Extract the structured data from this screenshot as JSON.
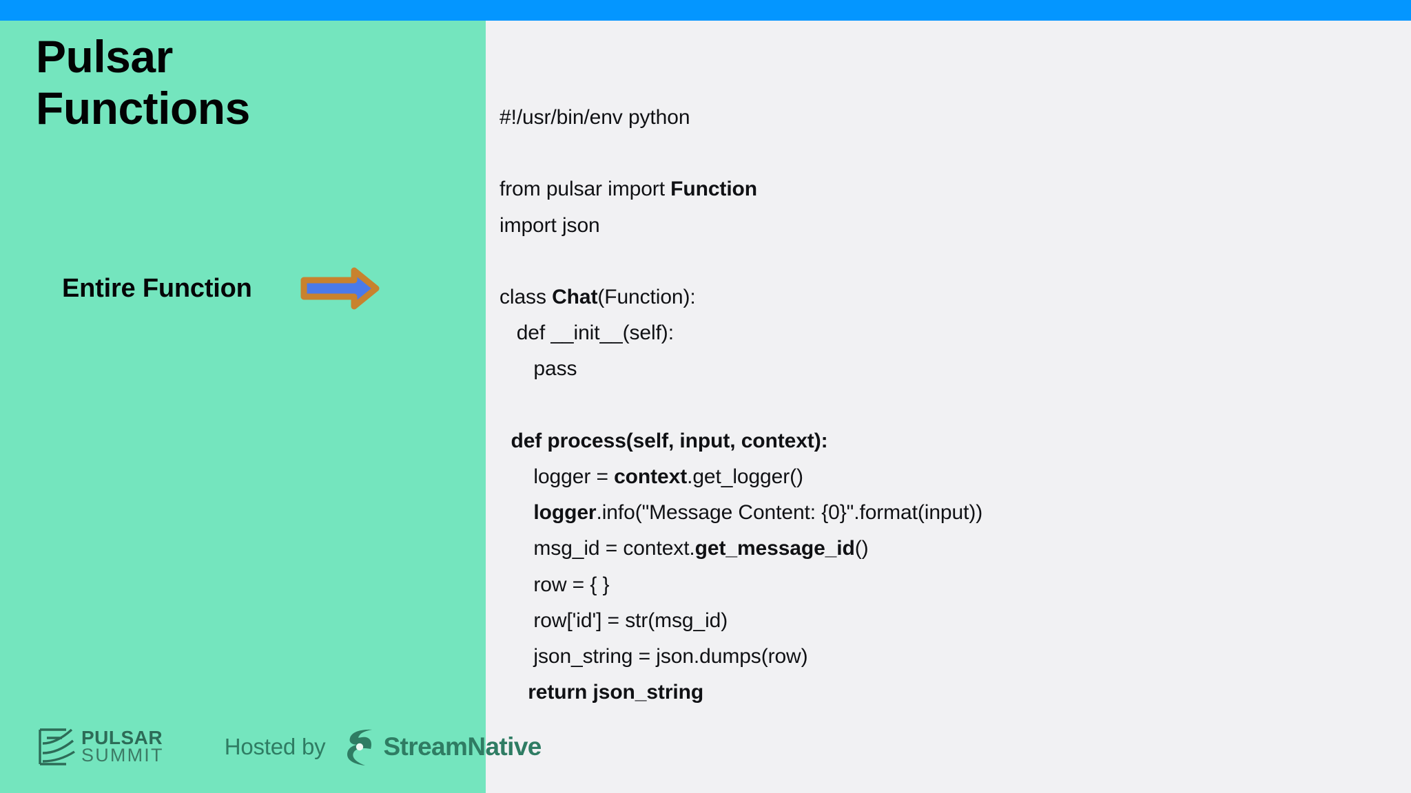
{
  "slide": {
    "title": "Pulsar\nFunctions",
    "accent_bar_color": "#0496ff",
    "left_panel_color": "#74e5be",
    "right_panel_color": "#f1f1f3"
  },
  "callout": {
    "label": "Entire Function",
    "arrow": {
      "icon": "right-arrow-icon",
      "fill_color": "#4a7aea",
      "stroke_color": "#c8822e"
    }
  },
  "code": {
    "language": "python",
    "lines": [
      {
        "text": "#!/usr/bin/env python",
        "bold_spans": []
      },
      {
        "text": "",
        "bold_spans": []
      },
      {
        "text": "from pulsar import Function",
        "bold_spans": [
          "Function"
        ]
      },
      {
        "text": "import json",
        "bold_spans": []
      },
      {
        "text": "",
        "bold_spans": []
      },
      {
        "text": "class Chat(Function):",
        "bold_spans": [
          "Chat"
        ]
      },
      {
        "text": "   def __init__(self):",
        "bold_spans": []
      },
      {
        "text": "      pass",
        "bold_spans": []
      },
      {
        "text": "",
        "bold_spans": []
      },
      {
        "text": "  def process(self, input, context):",
        "bold_spans": [
          "def process(self, input, context):"
        ]
      },
      {
        "text": "      logger = context.get_logger()",
        "bold_spans": [
          "context"
        ]
      },
      {
        "text": "      logger.info(\"Message Content: {0}\".format(input))",
        "bold_spans": [
          "logger"
        ]
      },
      {
        "text": "      msg_id = context.get_message_id()",
        "bold_spans": [
          "get_message_id"
        ]
      },
      {
        "text": "      row = { }",
        "bold_spans": []
      },
      {
        "text": "      row['id'] = str(msg_id)",
        "bold_spans": []
      },
      {
        "text": "      json_string = json.dumps(row)",
        "bold_spans": []
      },
      {
        "text": "     return json_string",
        "bold_spans": [
          "return json_string"
        ]
      }
    ],
    "rendered": [
      {
        "plain": "#!/usr/bin/env python"
      },
      {
        "plain": ""
      },
      {
        "pre": "from pulsar import ",
        "bold": "Function",
        "post": ""
      },
      {
        "plain": "import json"
      },
      {
        "plain": ""
      },
      {
        "pre": "class ",
        "bold": "Chat",
        "post": "(Function):"
      },
      {
        "plain": "   def __init__(self):"
      },
      {
        "plain": "      pass"
      },
      {
        "plain": ""
      },
      {
        "pre": "  ",
        "bold": "def process(self, input, context):",
        "post": ""
      },
      {
        "pre": "      logger = ",
        "bold": "context",
        "post": ".get_logger()"
      },
      {
        "pre": "      ",
        "bold": "logger",
        "post": ".info(\"Message Content: {0}\".format(input))"
      },
      {
        "pre": "      msg_id = context.",
        "bold": "get_message_id",
        "post": "()"
      },
      {
        "plain": "      row = { }"
      },
      {
        "plain": "      row['id'] = str(msg_id)"
      },
      {
        "plain": "      json_string = json.dumps(row)"
      },
      {
        "pre": "     ",
        "bold": "return json_string",
        "post": ""
      }
    ]
  },
  "footer": {
    "pulsar_summit": {
      "mark_icon": "pulsar-summit-mark-icon",
      "word_top": "PULSAR",
      "word_bottom": "SUMMIT"
    },
    "hosted_by_label": "Hosted by",
    "streamnative": {
      "mark_icon": "streamnative-leaf-icon",
      "word": "StreamNative"
    }
  }
}
